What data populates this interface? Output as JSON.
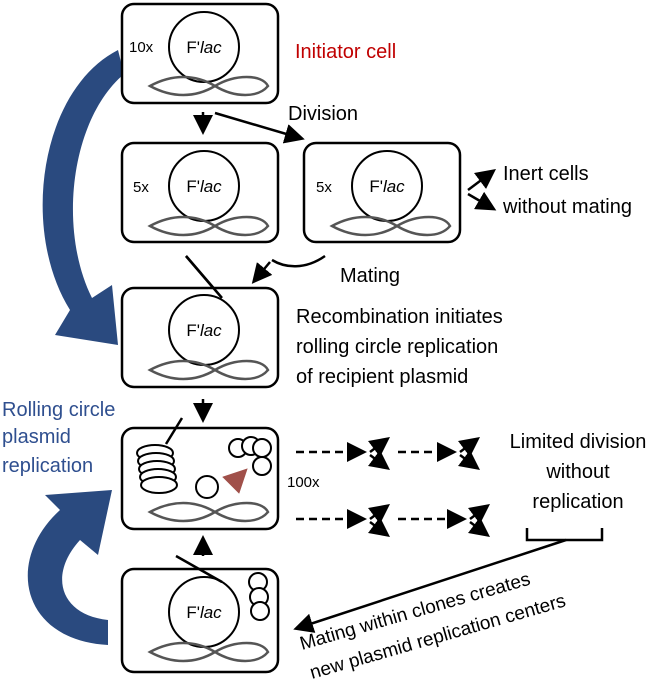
{
  "colors": {
    "initiator_red": "#c00000",
    "rolling_blue": "#2f4f8f",
    "arrow_blue": "#2a4a7f",
    "brown_arrow": "#a0504a"
  },
  "cells": {
    "initiator": {
      "copies": "10x",
      "plasmid_prefix": "F'",
      "plasmid_italic": "lac"
    },
    "daughter_left": {
      "copies": "5x",
      "plasmid_prefix": "F'",
      "plasmid_italic": "lac"
    },
    "daughter_right": {
      "copies": "5x",
      "plasmid_prefix": "F'",
      "plasmid_italic": "lac"
    },
    "recipient": {
      "plasmid_prefix": "F'",
      "plasmid_italic": "lac"
    },
    "replicating": {
      "copies": "100x"
    },
    "new_center": {
      "plasmid_prefix": "F'",
      "plasmid_italic": "lac"
    }
  },
  "labels": {
    "initiator_cell": "Initiator cell",
    "division": "Division",
    "inert_1": "Inert cells",
    "inert_2": "without mating",
    "mating": "Mating",
    "recombination_1": "Recombination initiates",
    "recombination_2": "rolling circle replication",
    "recombination_3": "of recipient plasmid",
    "rolling_1": "Rolling circle",
    "rolling_2": "plasmid",
    "rolling_3": "replication",
    "limited_1": "Limited division",
    "limited_2": "without",
    "limited_3": "replication",
    "mating_clones_1": "Mating within clones creates",
    "mating_clones_2": "new plasmid replication centers"
  }
}
